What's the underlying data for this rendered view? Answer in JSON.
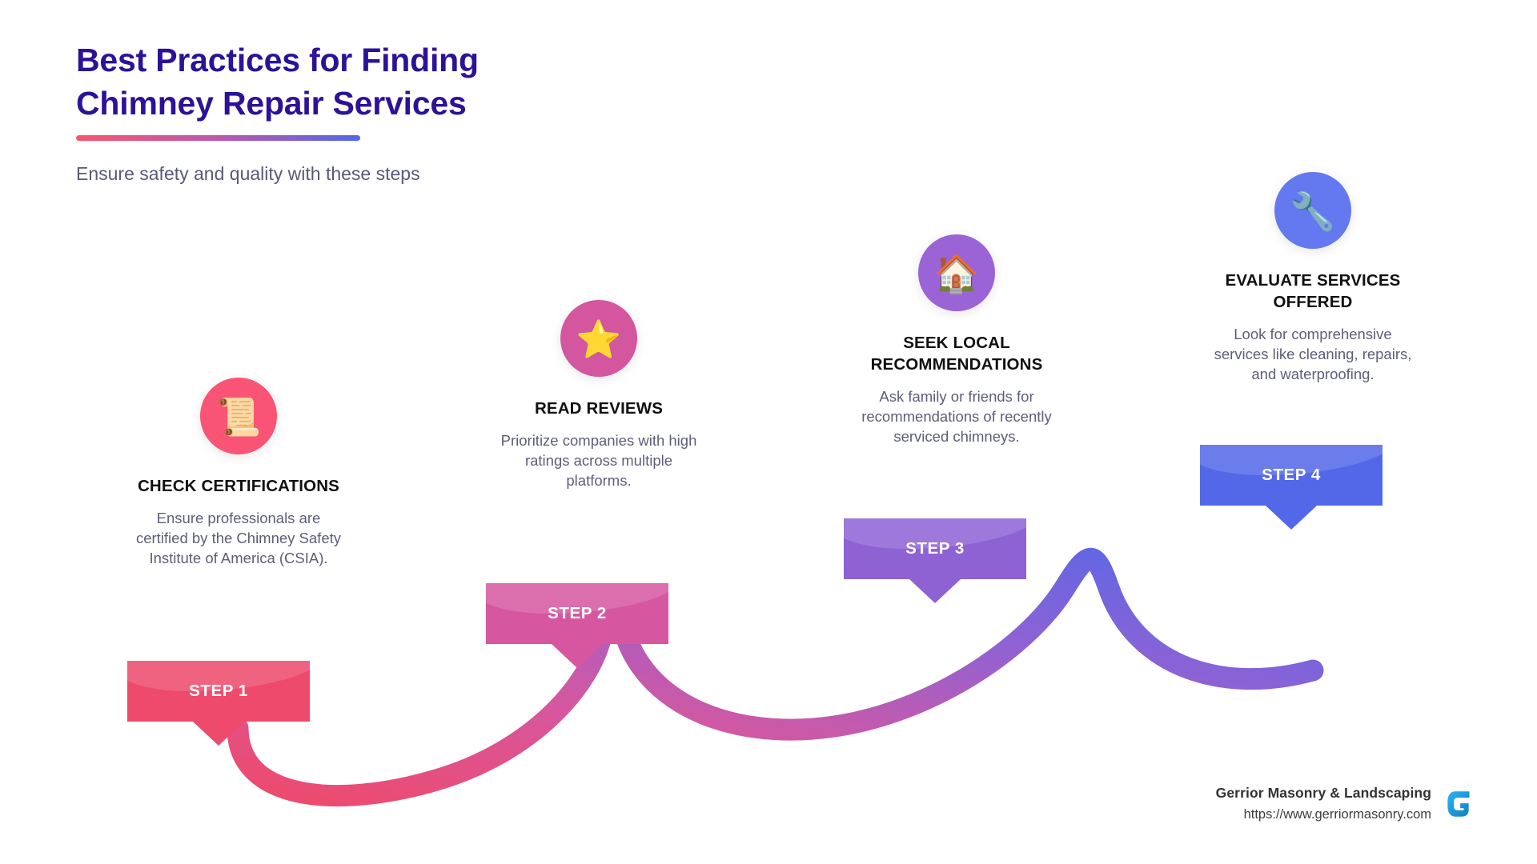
{
  "header": {
    "title_line1": "Best Practices for Finding",
    "title_line2": "Chimney Repair Services",
    "subtitle": "Ensure safety and quality with these steps",
    "title_color": "#2b1397",
    "accent_gradient_from": "#f9566f",
    "accent_gradient_to": "#5268e8"
  },
  "steps": [
    {
      "banner_label": "STEP 1",
      "title": "CHECK CERTIFICATIONS",
      "description": "Ensure professionals are certified by the Chimney Safety Institute of America (CSIA).",
      "icon": "scroll-icon",
      "icon_glyph": "📜",
      "circle_color": "#f95475",
      "banner_color": "#ee4a6c",
      "banner_color_dark": "#e2days"
    },
    {
      "banner_label": "STEP 2",
      "title": "READ REVIEWS",
      "description": "Prioritize companies with high ratings across multiple platforms.",
      "icon": "star-icon",
      "icon_glyph": "⭐",
      "circle_color": "#d3569f",
      "banner_color": "#d6579f"
    },
    {
      "banner_label": "STEP 3",
      "title": "SEEK LOCAL RECOMMENDATIONS",
      "description": "Ask family or friends for recommendations of recently serviced chimneys.",
      "icon": "house-icon",
      "icon_glyph": "🏠",
      "circle_color": "#9a63d6",
      "banner_color": "#8f62d4"
    },
    {
      "banner_label": "STEP 4",
      "title": "EVALUATE SERVICES OFFERED",
      "description": "Look for comprehensive services like cleaning, repairs, and waterproofing.",
      "icon": "wrench-icon",
      "icon_glyph": "🔧",
      "circle_color": "#6479f0",
      "banner_color": "#5368e8"
    }
  ],
  "footer": {
    "brand": "Gerrior Masonry & Landscaping",
    "url": "https://www.gerriormasonry.com",
    "logo": "gerrior-g-logo",
    "logo_color": "#1a9fe0"
  }
}
